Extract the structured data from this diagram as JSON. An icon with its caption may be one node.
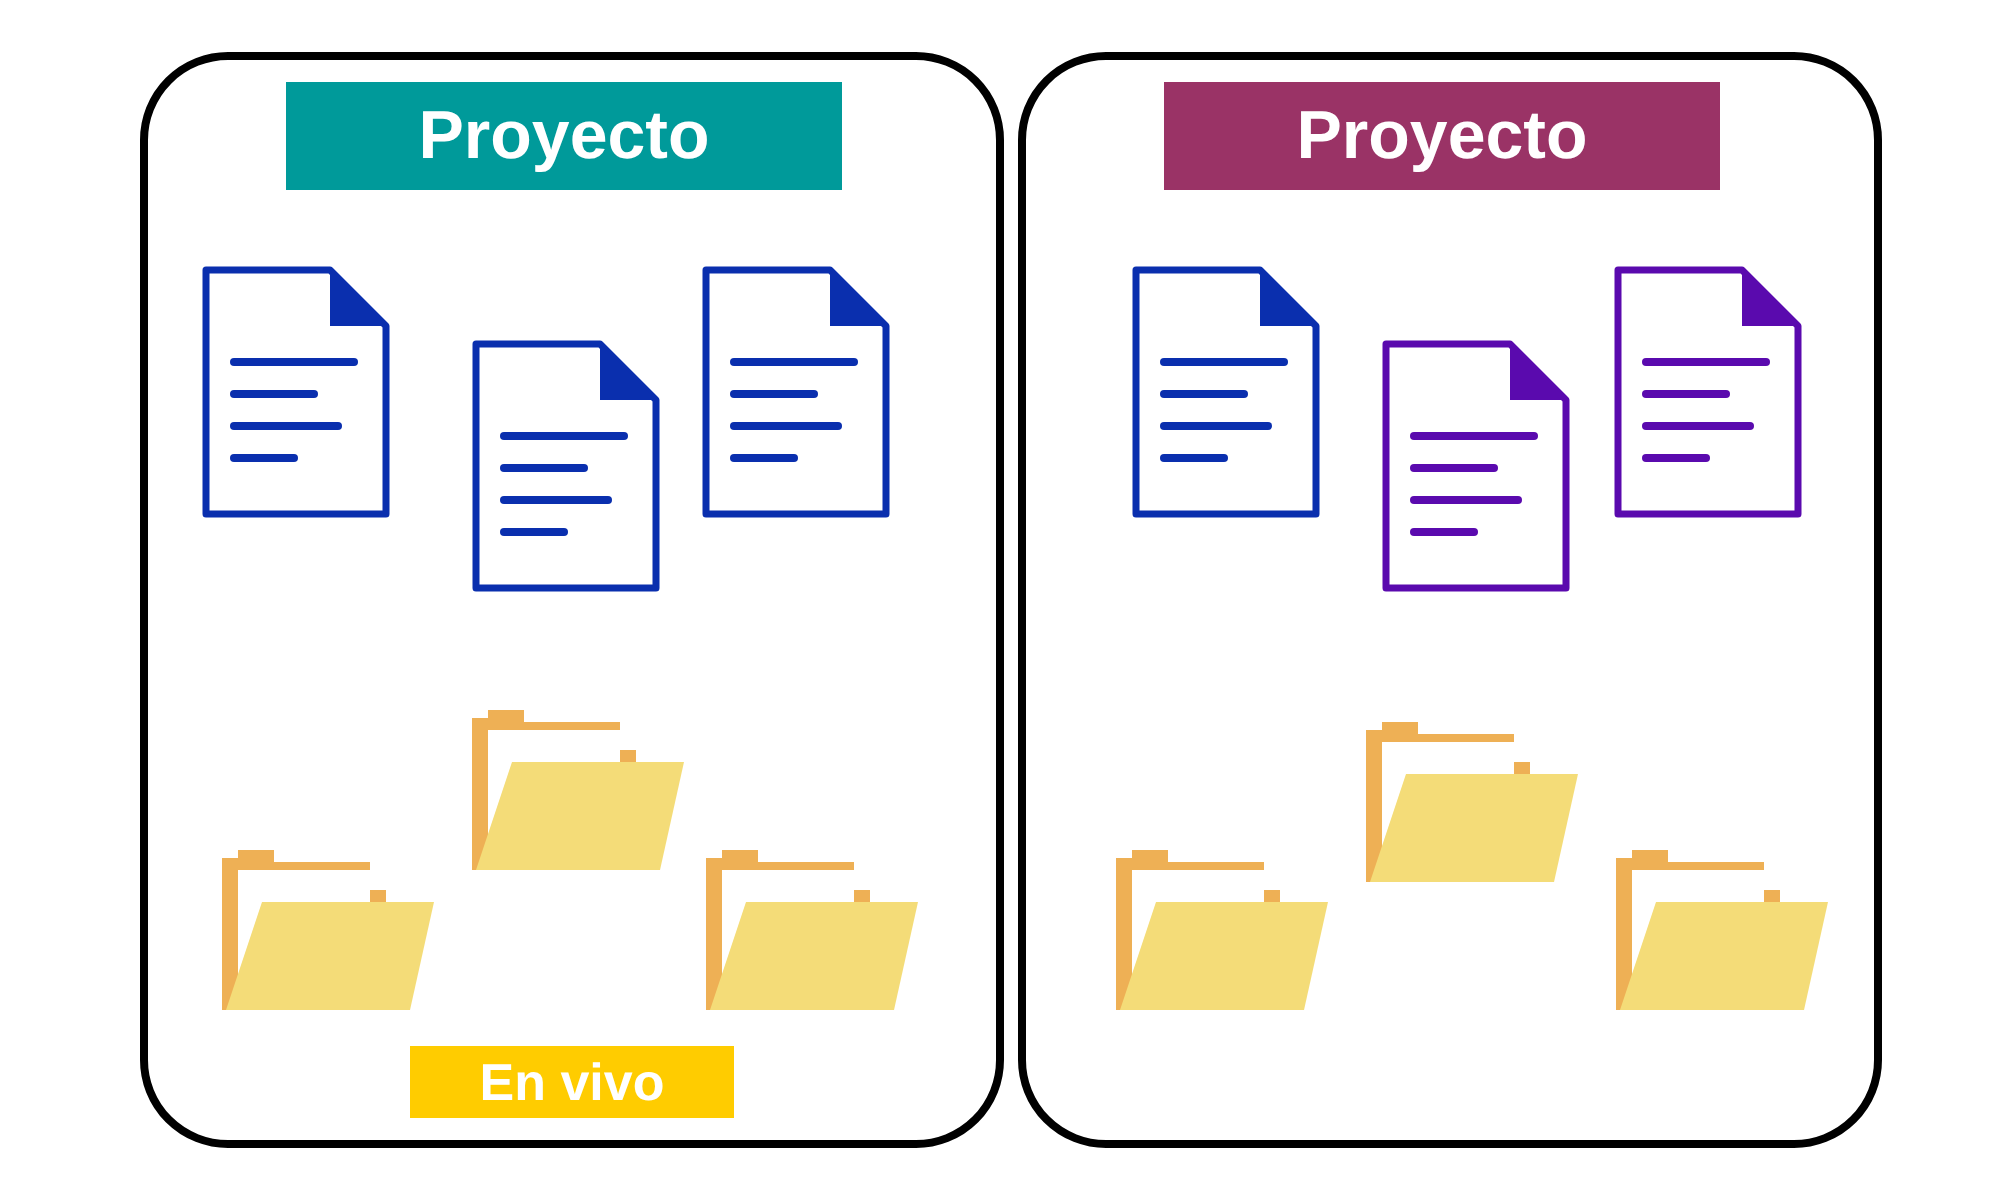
{
  "diagram": {
    "nodes": [
      {
        "text": [
          "Proyecto",
          "En vivo"
        ]
      },
      {
        "text": [
          "Proyecto"
        ]
      }
    ]
  }
}
